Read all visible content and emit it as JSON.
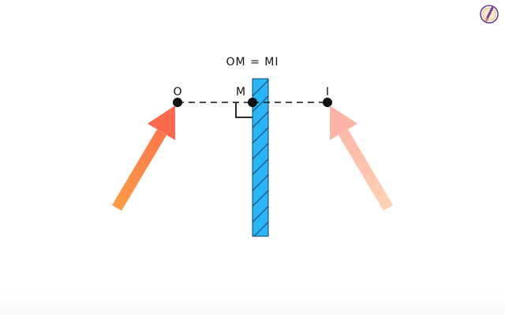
{
  "diagram": {
    "relation": "OM = MI",
    "points": {
      "object": "O",
      "foot": "M",
      "image": "I"
    }
  },
  "colors": {
    "mirror": "#29b6f6",
    "object_arrow": "#ff8a3d",
    "image_arrow": "#ffc3a8",
    "ink": "#111111",
    "logo": "#7b3fa0"
  },
  "icons": {
    "logo": "pencil-badge-logo"
  }
}
